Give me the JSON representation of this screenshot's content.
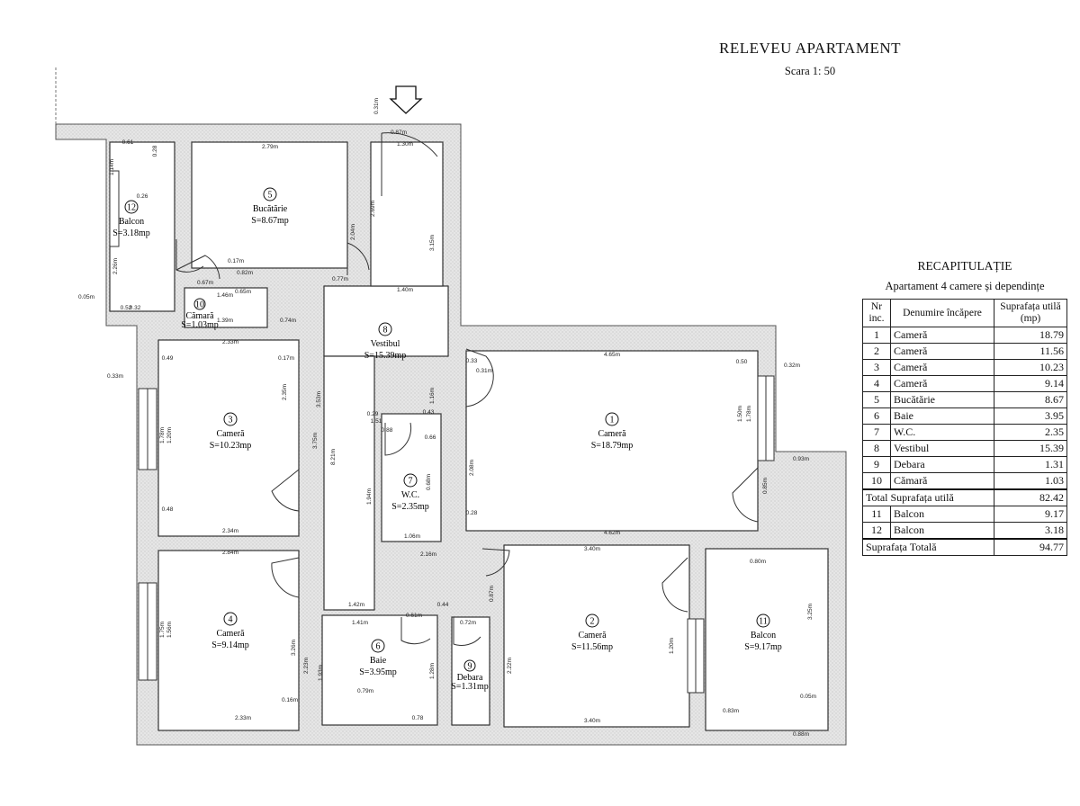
{
  "title": "RELEVEU APARTAMENT",
  "scale": "Scara 1: 50",
  "rooms": [
    {
      "nr": "1",
      "name": "Cameră",
      "area": "S=18.79mp"
    },
    {
      "nr": "2",
      "name": "Cameră",
      "area": "S=11.56mp"
    },
    {
      "nr": "3",
      "name": "Cameră",
      "area": "S=10.23mp"
    },
    {
      "nr": "4",
      "name": "Cameră",
      "area": "S=9.14mp"
    },
    {
      "nr": "5",
      "name": "Bucătărie",
      "area": "S=8.67mp"
    },
    {
      "nr": "6",
      "name": "Baie",
      "area": "S=3.95mp"
    },
    {
      "nr": "7",
      "name": "W.C.",
      "area": "S=2.35mp"
    },
    {
      "nr": "8",
      "name": "Vestibul",
      "area": "S=15.39mp"
    },
    {
      "nr": "9",
      "name": "Debara",
      "area": "S=1.31mp"
    },
    {
      "nr": "10",
      "name": "Cămară",
      "area": "S=1.03mp"
    },
    {
      "nr": "11",
      "name": "Balcon",
      "area": "S=9.17mp"
    },
    {
      "nr": "12",
      "name": "Balcon",
      "area": "S=3.18mp"
    }
  ],
  "dims": [
    "2.79m",
    "1.30m",
    "0.87m",
    "0.31m",
    "0.61",
    "1.14m",
    "0.28",
    "0.26",
    "2.26m",
    "0.32",
    "0.52",
    "0.05m",
    "1.46m",
    "1.39m",
    "0.65m",
    "0.82m",
    "0.17m",
    "0.67m",
    "0.74m",
    "0.77m",
    "1.40m",
    "3.15m",
    "2.69m",
    "2.04m",
    "2.33m",
    "2.34m",
    "0.49",
    "0.17m",
    "2.35m",
    "3.75m",
    "1.78m",
    "1.20m",
    "0.48",
    "0.33m",
    "4.65m",
    "4.62m",
    "0.50",
    "0.33",
    "0.31m",
    "1.50m",
    "1.78m",
    "0.32m",
    "2.08m",
    "0.28",
    "0.93m",
    "0.88m",
    "0.80m",
    "3.25m",
    "2.84m",
    "2.33m",
    "1.75m",
    "1.56m",
    "0.16m",
    "3.26m",
    "2.23m",
    "1.42m",
    "0.44",
    "1.41m",
    "0.79m",
    "0.61m",
    "0.72m",
    "3.40m",
    "3.40m",
    "2.22m",
    "1.20m",
    "0.83m",
    "0.85m",
    "0.05m",
    "2.16m",
    "1.06m",
    "0.68m",
    "1.94m",
    "1.51",
    "0.88",
    "8.21m",
    "3.53m",
    "1.16m",
    "0.43",
    "0.29",
    "0.66",
    "0.87m",
    "1.28m",
    "1.93m",
    "0.78"
  ],
  "recap": {
    "title": "RECAPITULAȚIE",
    "subtitle": "Apartament 4 camere și dependințe",
    "headers": [
      "Nr inc.",
      "Denumire încăpere",
      "Suprafața utilă (mp)"
    ],
    "rows": [
      [
        "1",
        "Cameră",
        "18.79"
      ],
      [
        "2",
        "Cameră",
        "11.56"
      ],
      [
        "3",
        "Cameră",
        "10.23"
      ],
      [
        "4",
        "Cameră",
        "9.14"
      ],
      [
        "5",
        "Bucătărie",
        "8.67"
      ],
      [
        "6",
        "Baie",
        "3.95"
      ],
      [
        "7",
        "W.C.",
        "2.35"
      ],
      [
        "8",
        "Vestibul",
        "15.39"
      ],
      [
        "9",
        "Debara",
        "1.31"
      ],
      [
        "10",
        "Cămară",
        "1.03"
      ]
    ],
    "total_useful_label": "Total Suprafața utilă",
    "total_useful_value": "82.42",
    "balconies": [
      [
        "11",
        "Balcon",
        "9.17"
      ],
      [
        "12",
        "Balcon",
        "3.18"
      ]
    ],
    "total_label": "Suprafața Totală",
    "total_value": "94.77"
  }
}
